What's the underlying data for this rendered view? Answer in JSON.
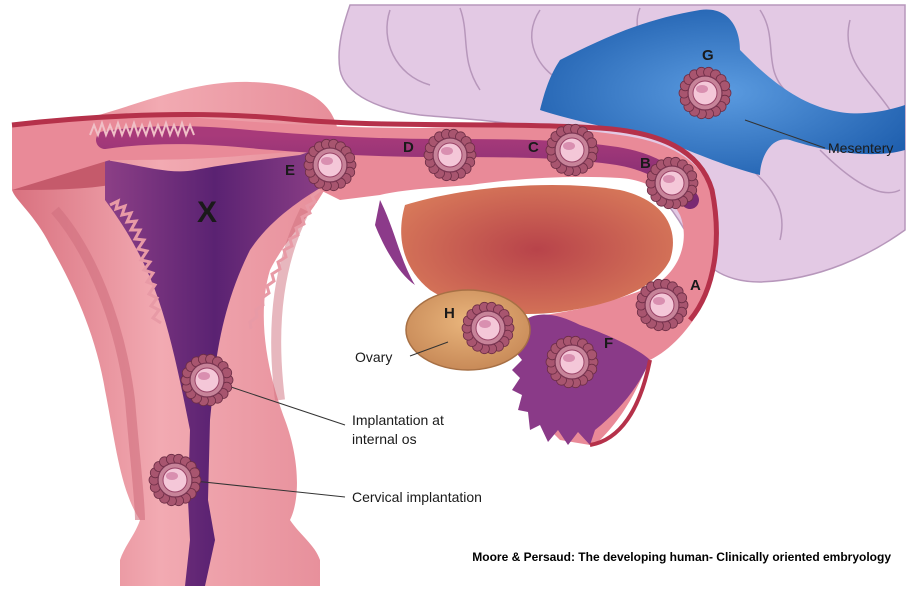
{
  "labels": {
    "X": "X",
    "A": "A",
    "B": "B",
    "C": "C",
    "D": "D",
    "E": "E",
    "F": "F",
    "G": "G",
    "H": "H"
  },
  "annotations": {
    "mesentery": "Mesentery",
    "ovary": "Ovary",
    "internal_os_line1": "Implantation at",
    "internal_os_line2": "internal os",
    "cervical": "Cervical implantation"
  },
  "caption": "Moore & Persaud: The developing human- Clinically oriented embryology",
  "colors": {
    "uterus_outer": "#e9909c",
    "uterus_light": "#f4b8bf",
    "cavity": "#6a2a78",
    "tube_wall": "#b83450",
    "intestine": "#e5cce6",
    "mesentery_blue": "#2f74c2",
    "ovary": "#d4a16a",
    "blastocyst": "#d98fb0"
  }
}
